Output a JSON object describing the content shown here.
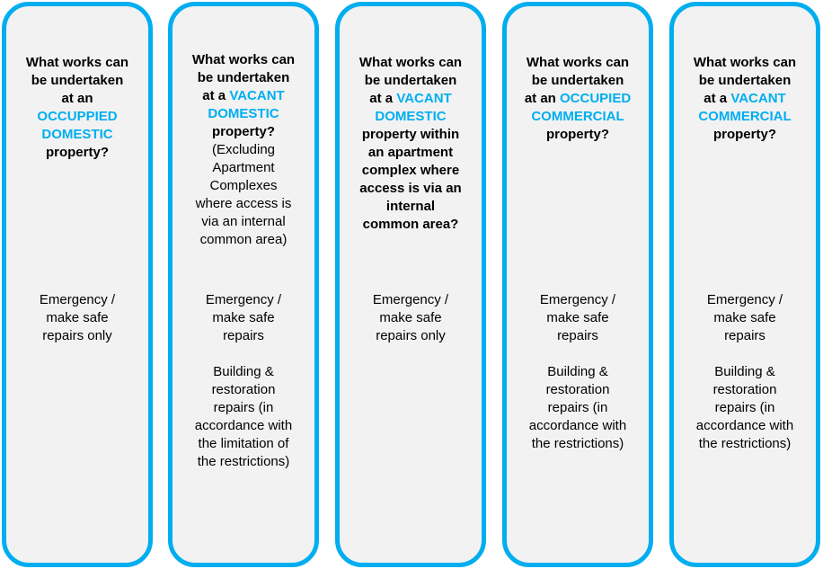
{
  "colors": {
    "accent": "#00aeef",
    "fill": "#f2f2f2"
  },
  "columns": [
    {
      "heading": [
        [
          {
            "text": "What works can",
            "style": "b"
          }
        ],
        [
          {
            "text": "be undertaken",
            "style": "b"
          }
        ],
        [
          {
            "text": "at an",
            "style": "b"
          }
        ],
        [
          {
            "text": "OCCUPPIED",
            "style": "hl"
          }
        ],
        [
          {
            "text": "DOMESTIC",
            "style": "hl"
          }
        ],
        [
          {
            "text": "property?",
            "style": "b"
          }
        ]
      ],
      "blocks": [
        [
          "Emergency /",
          "make safe",
          "repairs only"
        ]
      ]
    },
    {
      "heading": [
        [
          {
            "text": "What works can",
            "style": "b"
          }
        ],
        [
          {
            "text": "be undertaken",
            "style": "b"
          }
        ],
        [
          {
            "text": "at a ",
            "style": "b"
          },
          {
            "text": "VACANT",
            "style": "hl"
          }
        ],
        [
          {
            "text": "DOMESTIC",
            "style": "hl"
          }
        ],
        [
          {
            "text": "property?",
            "style": "b"
          }
        ],
        [
          {
            "text": "(Excluding",
            "style": "n"
          }
        ],
        [
          {
            "text": "Apartment",
            "style": "n"
          }
        ],
        [
          {
            "text": "Complexes",
            "style": "n"
          }
        ],
        [
          {
            "text": "where access is",
            "style": "n"
          }
        ],
        [
          {
            "text": "via an internal",
            "style": "n"
          }
        ],
        [
          {
            "text": "common area)",
            "style": "n"
          }
        ]
      ],
      "blocks": [
        [
          "Emergency /",
          "make safe",
          "repairs"
        ],
        [
          "Building &",
          "restoration",
          "repairs (in",
          "accordance with",
          "the limitation of",
          "the restrictions)"
        ]
      ]
    },
    {
      "heading": [
        [
          {
            "text": "What works can",
            "style": "b"
          }
        ],
        [
          {
            "text": "be undertaken",
            "style": "b"
          }
        ],
        [
          {
            "text": "at a ",
            "style": "b"
          },
          {
            "text": "VACANT",
            "style": "hl"
          }
        ],
        [
          {
            "text": "DOMESTIC",
            "style": "hl"
          }
        ],
        [
          {
            "text": "property within",
            "style": "b"
          }
        ],
        [
          {
            "text": "an apartment",
            "style": "b"
          }
        ],
        [
          {
            "text": "complex where",
            "style": "b"
          }
        ],
        [
          {
            "text": "access is via an",
            "style": "b"
          }
        ],
        [
          {
            "text": "internal",
            "style": "b"
          }
        ],
        [
          {
            "text": "common area?",
            "style": "b"
          }
        ]
      ],
      "blocks": [
        [
          "Emergency /",
          "make safe",
          "repairs only"
        ]
      ]
    },
    {
      "heading": [
        [
          {
            "text": "What works can",
            "style": "b"
          }
        ],
        [
          {
            "text": "be undertaken",
            "style": "b"
          }
        ],
        [
          {
            "text": "at an ",
            "style": "b"
          },
          {
            "text": "OCCUPIED",
            "style": "hl"
          }
        ],
        [
          {
            "text": "COMMERCIAL",
            "style": "hl"
          }
        ],
        [
          {
            "text": "property?",
            "style": "b"
          }
        ]
      ],
      "blocks": [
        [
          "Emergency /",
          "make safe",
          "repairs"
        ],
        [
          "Building &",
          "restoration",
          "repairs (in",
          "accordance with",
          "the restrictions)"
        ]
      ]
    },
    {
      "heading": [
        [
          {
            "text": "What works can",
            "style": "b"
          }
        ],
        [
          {
            "text": "be undertaken",
            "style": "b"
          }
        ],
        [
          {
            "text": "at a ",
            "style": "b"
          },
          {
            "text": "VACANT",
            "style": "hl"
          }
        ],
        [
          {
            "text": "COMMERCIAL",
            "style": "hl"
          }
        ],
        [
          {
            "text": "property?",
            "style": "b"
          }
        ]
      ],
      "blocks": [
        [
          "Emergency /",
          "make safe",
          "repairs"
        ],
        [
          "Building &",
          "restoration",
          "repairs (in",
          "accordance with",
          "the restrictions)"
        ]
      ]
    }
  ]
}
